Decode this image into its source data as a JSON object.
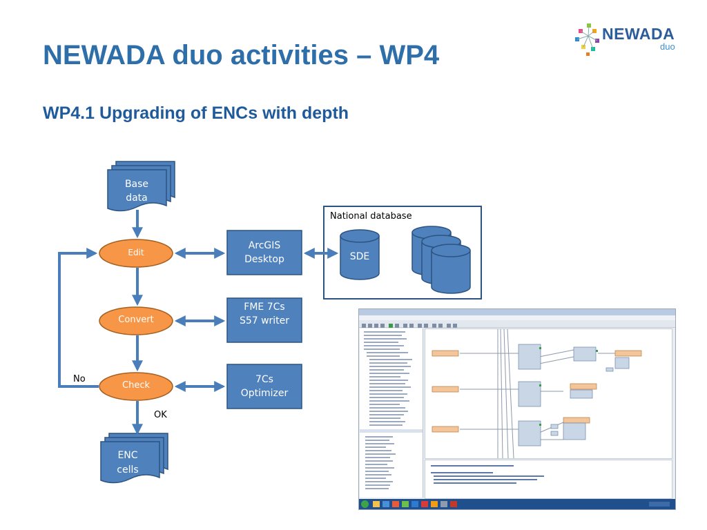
{
  "slide": {
    "title": "NEWADA duo activities – WP4",
    "subtitle": "WP4.1 Upgrading of ENCs with depth"
  },
  "logo": {
    "name": "NEWADA",
    "sub": "duo"
  },
  "diagram": {
    "base_data": "Base data",
    "edit": "Edit",
    "convert": "Convert",
    "check": "Check",
    "enc_cells": "ENC cells",
    "arcgis": "ArcGIS Desktop",
    "fme": "FME 7Cs S57 writer",
    "optimizer": "7Cs Optimizer",
    "national_database": "National database",
    "sde": "SDE",
    "no": "No",
    "ok": "OK"
  },
  "colors": {
    "box_fill": "#4f81bd",
    "box_stroke": "#2c5380",
    "ellipse_fill": "#f79646",
    "ellipse_stroke": "#a36021",
    "arrow": "#4a7ebb",
    "title": "#2e6ea9"
  },
  "screenshot": {
    "description_icon": "fme-workbench-screenshot"
  }
}
